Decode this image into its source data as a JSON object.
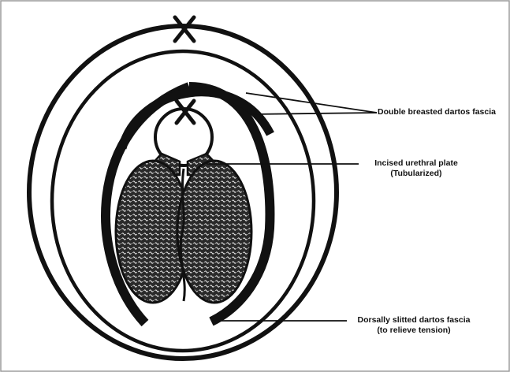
{
  "labels": {
    "double_breasted": "Double breasted dartos fascia",
    "incised_plate_line1": "Incised urethral plate",
    "incised_plate_line2": "(Tubularized)",
    "dorsally_line1": "Dorsally slitted dartos fascia",
    "dorsally_line2": "(to relieve tension)"
  },
  "colors": {
    "ink": "#111111",
    "background": "#ffffff",
    "frame": "#9a9a9a"
  }
}
